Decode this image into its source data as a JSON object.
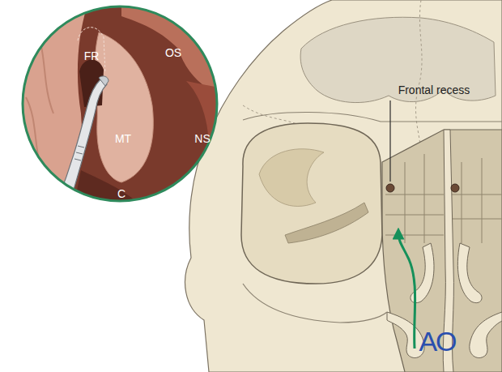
{
  "diagram": {
    "labels": [
      "FR",
      "OS",
      "MT",
      "NS",
      "C",
      "Frontal recess",
      "AO"
    ]
  }
}
